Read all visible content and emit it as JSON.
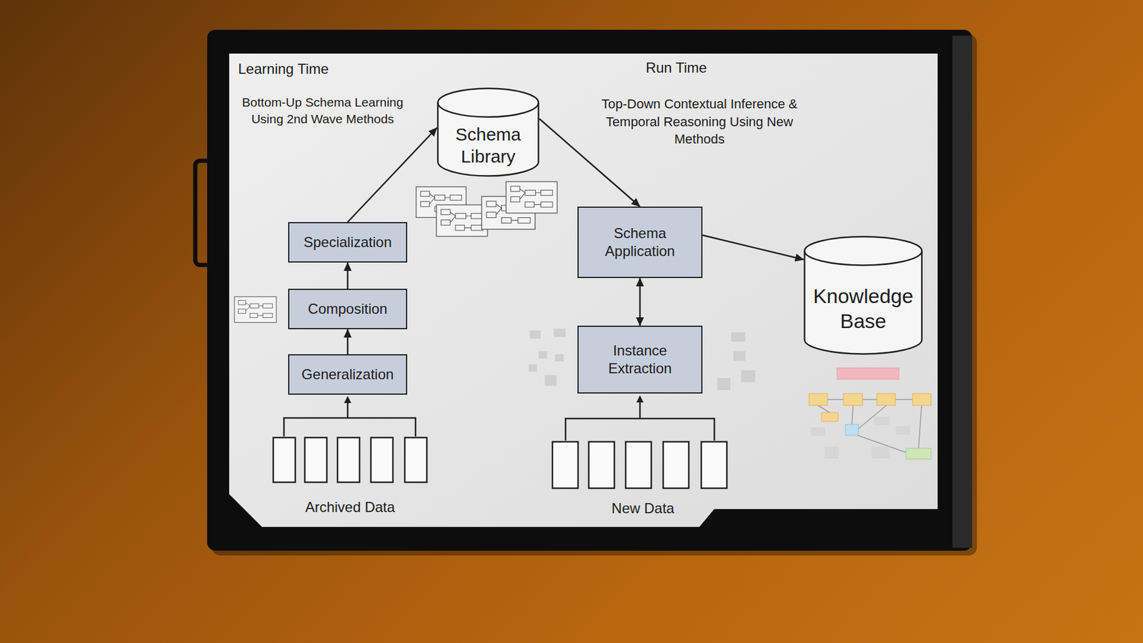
{
  "diagram": {
    "nodes": [
      {
        "text": [
          "Schema Library"
        ]
      },
      {
        "text": [
          "Specialization"
        ]
      },
      {
        "text": [
          "Composition"
        ]
      },
      {
        "text": [
          "Generalization"
        ]
      },
      {
        "text": [
          "Schema Application"
        ]
      },
      {
        "text": [
          "Instance Extraction"
        ]
      },
      {
        "text": [
          "Knowledge Base"
        ]
      }
    ],
    "edges": [
      {
        "from": 3,
        "to": 2,
        "arrow": "to"
      },
      {
        "from": 2,
        "to": 1,
        "arrow": "to"
      },
      {
        "from": 1,
        "to": 0,
        "arrow": "to"
      },
      {
        "from": 0,
        "to": 4,
        "arrow": "to"
      },
      {
        "from": 5,
        "to": 4,
        "arrow": "both"
      },
      {
        "from": 4,
        "to": 6,
        "arrow": "to"
      }
    ],
    "labels": [
      "Learning Time",
      "Bottom-Up Schema Learning Using 2nd Wave Methods",
      "Run Time",
      "Top-Down Contextual Inference & Temporal Reasoning Using New Methods",
      "Archived Data",
      "New Data"
    ]
  }
}
